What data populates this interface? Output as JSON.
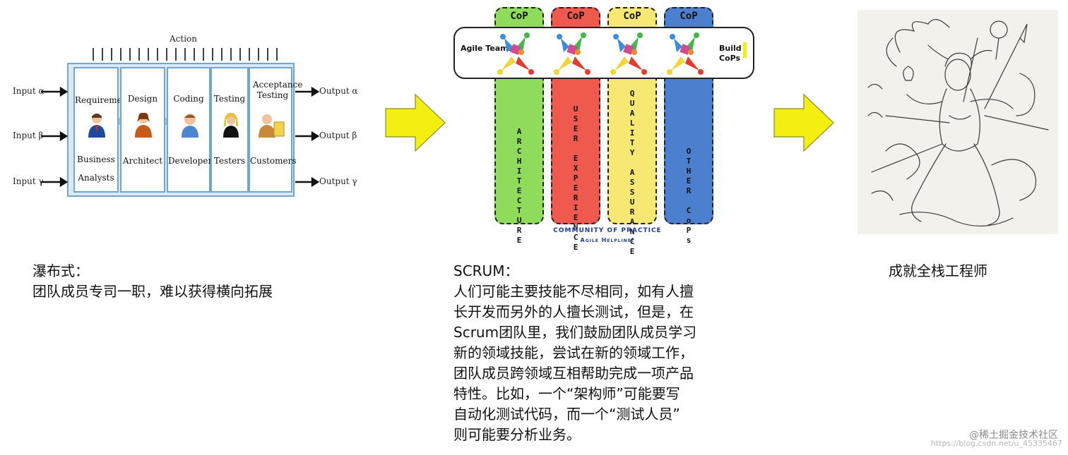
{
  "waterfall": {
    "action_label": "Action",
    "inputs": [
      "Input α",
      "Input β",
      "Input γ"
    ],
    "outputs": [
      "Output α",
      "Output β",
      "Output γ"
    ],
    "stages": [
      {
        "title": "Requirements",
        "role": "Business Analysts"
      },
      {
        "title": "Design",
        "role": "Architect"
      },
      {
        "title": "Coding",
        "role": "Developers"
      },
      {
        "title": "Testing",
        "role": "Testers"
      },
      {
        "title": "Acceptance Testing",
        "role": "Customers"
      }
    ]
  },
  "scrum_diagram": {
    "cop_label": "CoP",
    "columns": [
      {
        "name": "ARCHITECTURE",
        "color": "#8fdb5c"
      },
      {
        "name": "USER EXPERIENCE",
        "color": "#f05a4e"
      },
      {
        "name": "QUALITY ASSURANCE",
        "color": "#f7e874"
      },
      {
        "name": "OTHER CoPs",
        "color": "#4d7fcf"
      }
    ],
    "agile_teams_label": "Agile Teams",
    "build_cops_label": "Build CoPs",
    "footer_line1": "COMMUNITY OF PRACTICE",
    "footer_line2": "Agile Helpline!"
  },
  "arrow_color": "#f4ee11",
  "captions": {
    "waterfall_title": "瀑布式：",
    "waterfall_body": "团队成员专司一职，难以获得横向拓展",
    "scrum_title": "SCRUM：",
    "scrum_lines": [
      "人们可能主要技能不尽相同，如有人擅",
      "长开发而另外的人擅长测试，但是，在",
      "Scrum团队里，我们鼓励团队成员学习",
      "新的领域技能，尝试在新的领域工作，",
      "团队成员跨领域互相帮助完成一项产品",
      "特性。比如，一个“架构师”可能要写",
      "自动化测试代码，而一个“测试人员”",
      "则可能要分析业务。"
    ],
    "fullstack": "成就全栈工程师"
  },
  "watermark": "@稀土掘金技术社区",
  "watermark_url": "https://blog.csdn.net/u_45335467"
}
